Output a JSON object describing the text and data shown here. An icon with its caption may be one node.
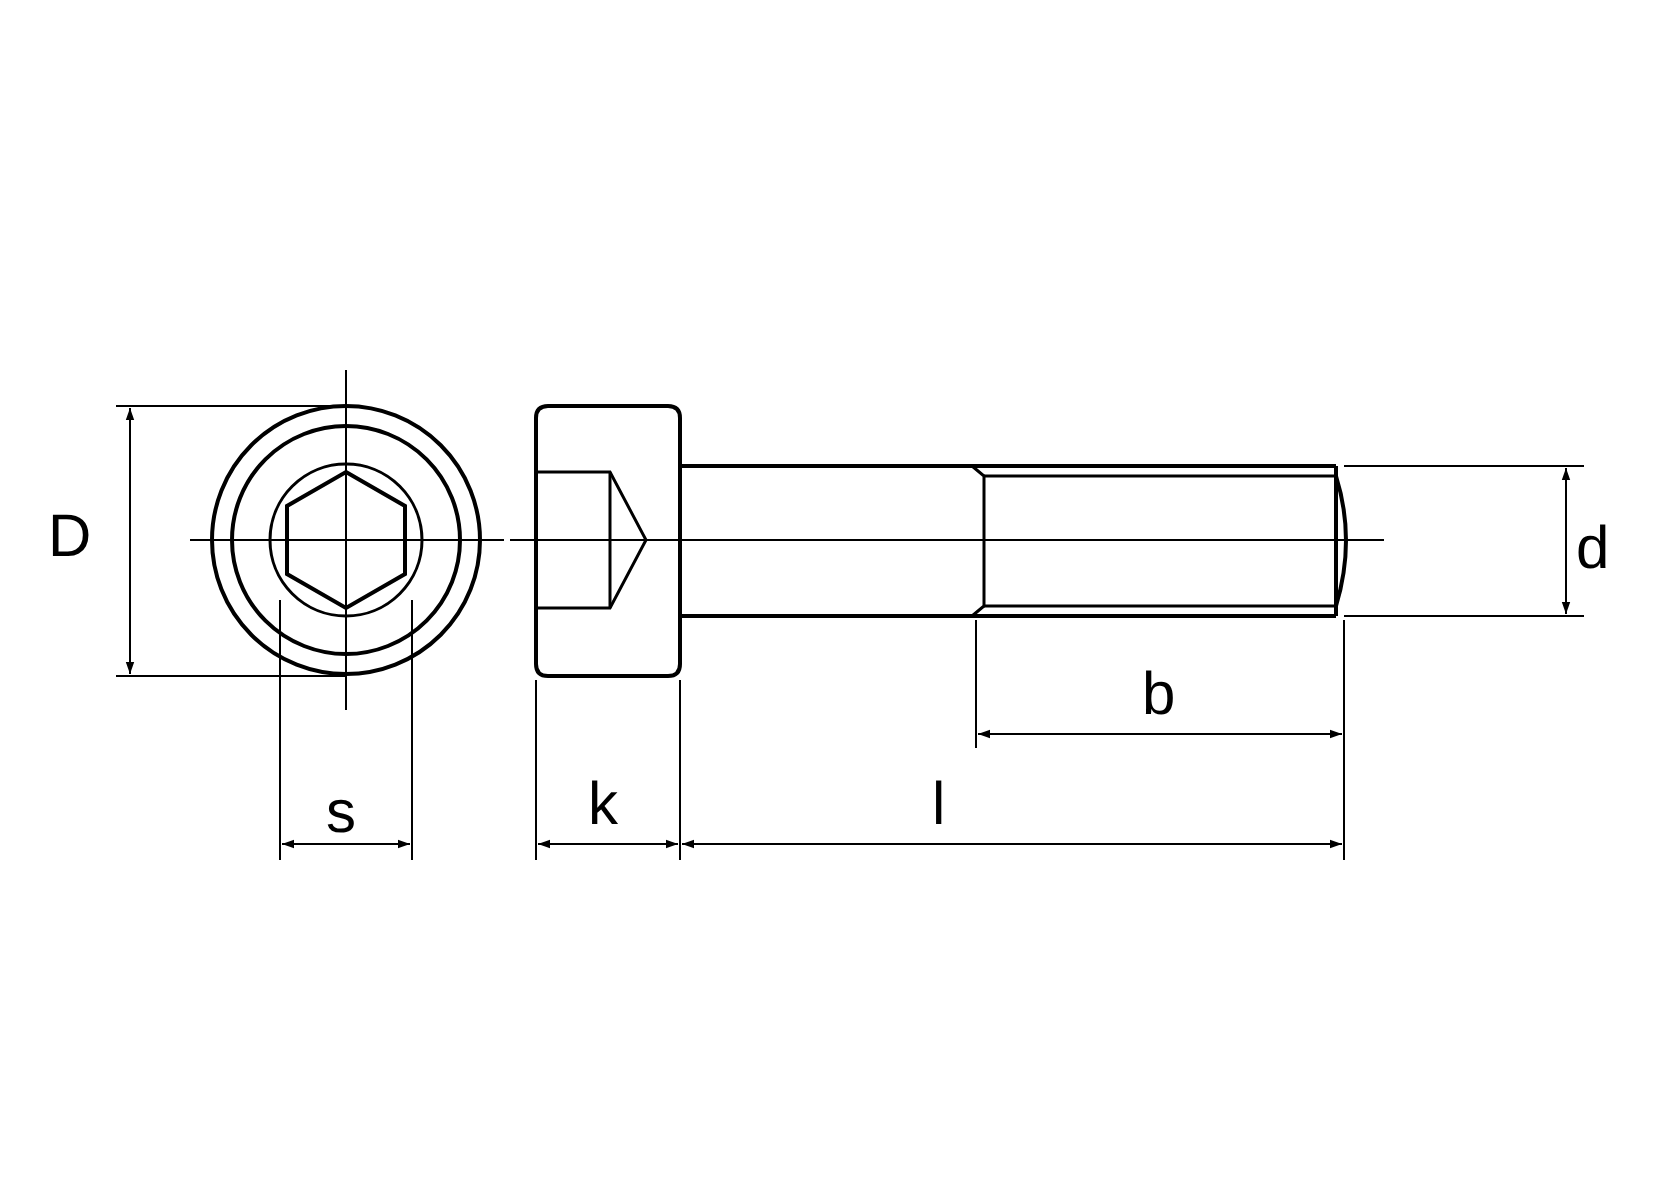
{
  "diagram": {
    "labels": [
      "D",
      "d",
      "b",
      "s",
      "k",
      "l"
    ]
  }
}
